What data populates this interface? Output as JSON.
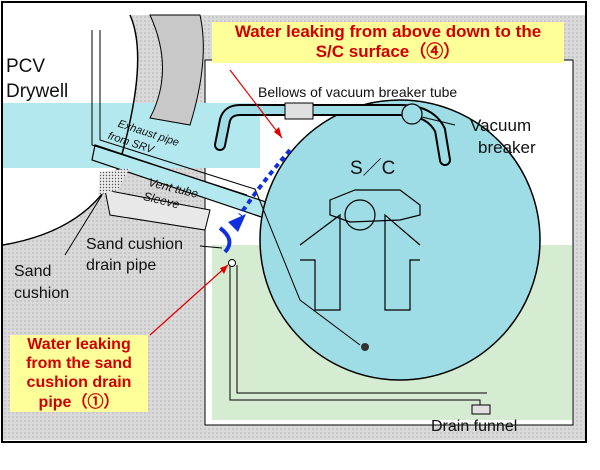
{
  "labels": {
    "pcv": "PCV",
    "drywell": "Drywell",
    "bellows": "Bellows of vacuum breaker tube",
    "vacuum_line1": "Vacuum",
    "vacuum_line2": "breaker",
    "exhaust_line1": "Exhaust pipe",
    "exhaust_line2": "from SRV",
    "sc": "S／C",
    "vent_tube": "Vent tube",
    "sleeve": "Sleeve",
    "sand_drain_line1": "Sand cushion",
    "sand_drain_line2": "drain pipe",
    "sand_line1": "Sand",
    "sand_line2": "cushion",
    "drain_funnel": "Drain funnel"
  },
  "callouts": {
    "top_line1": "Water leaking from above down to the",
    "top_line2": "S/C surface（④）",
    "bottom_line1": "Water leaking",
    "bottom_line2": "from the sand",
    "bottom_line3": "cushion drain",
    "bottom_line4": "pipe（①）"
  },
  "colors": {
    "water": "#b3e8ee",
    "floor_water": "#d6ecd2",
    "concrete": "#d9d9d9",
    "torus": "#9fdde6",
    "callout_fill": "#ffff99",
    "callout_text": "#d00000",
    "leak_arrow": "#1030e0",
    "pointer_line": "#e00000"
  }
}
